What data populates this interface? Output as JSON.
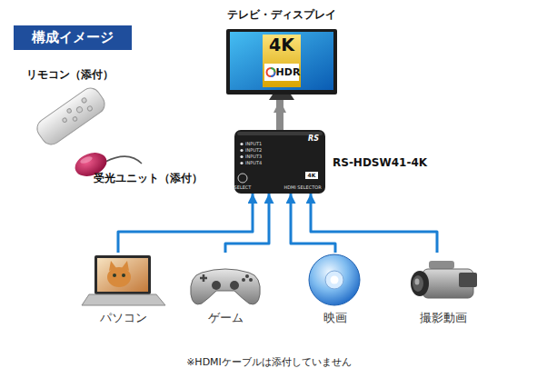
{
  "diagram": {
    "title": "構成イメージ",
    "nodes": [
      {
        "text": [
          "テレビ・ディスプレイ"
        ]
      },
      {
        "text": [
          "RS-HDSW41-4K"
        ]
      },
      {
        "text": [
          "リモコン（添付）"
        ]
      },
      {
        "text": [
          "受光ユニット（添付）"
        ]
      },
      {
        "text": [
          "パソコン"
        ]
      },
      {
        "text": [
          "ゲーム"
        ]
      },
      {
        "text": [
          "映画"
        ]
      },
      {
        "text": [
          "撮影動画"
        ]
      }
    ],
    "edges": [
      {
        "from": 1,
        "to": 0,
        "arrow": "to"
      },
      {
        "from": 4,
        "to": 1,
        "arrow": "to"
      },
      {
        "from": 5,
        "to": 1,
        "arrow": "to"
      },
      {
        "from": 6,
        "to": 1,
        "arrow": "to"
      },
      {
        "from": 7,
        "to": 1,
        "arrow": "to"
      }
    ],
    "labels": [
      "4K",
      "HDR",
      "INPUT1",
      "INPUT2",
      "INPUT3",
      "INPUT4",
      "SELECT",
      "HDMI SELECTOR",
      "4K",
      "RS",
      "※HDMIケーブルは添付していません"
    ]
  }
}
